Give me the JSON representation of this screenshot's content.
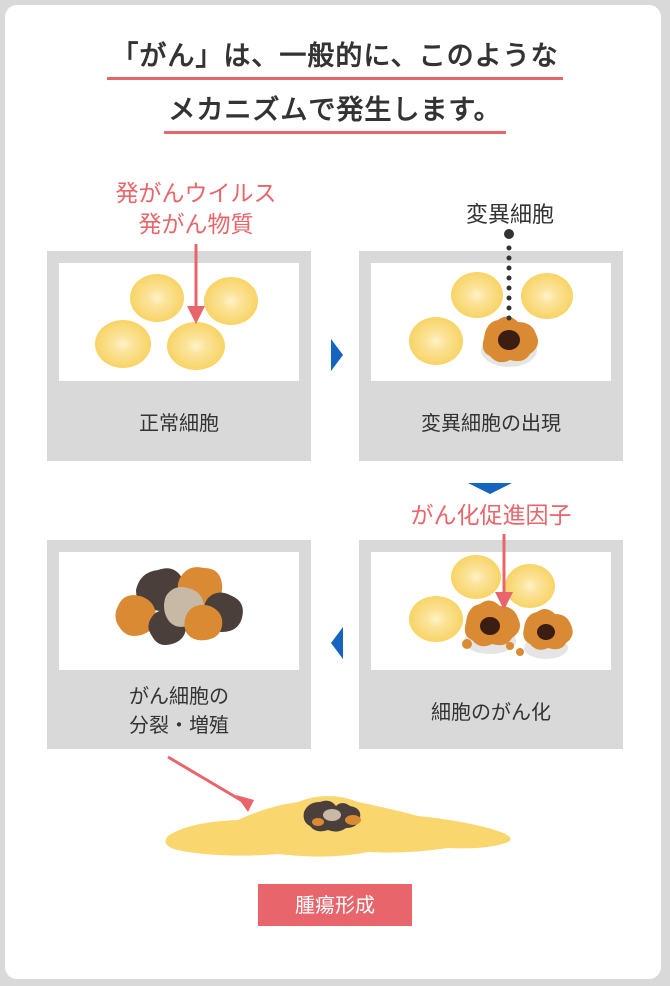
{
  "title": {
    "line1": "「がん」は、一般的に、このような",
    "line2": "メカニズムで発生します。"
  },
  "labels": {
    "carcinogen_virus": "発がんウイルス",
    "carcinogen_substance": "発がん物質",
    "mutant_cell": "変異細胞",
    "promoter": "がん化促進因子"
  },
  "panels": {
    "normal": "正常細胞",
    "mutation": "変異細胞の出現",
    "division_line1": "がん細胞の",
    "division_line2": "分裂・増殖",
    "cancerization": "細胞のがん化"
  },
  "tumor": "腫瘍形成",
  "colors": {
    "accent": "#e8666b",
    "arrow_blue": "#1565c0",
    "cell_yellow": "#f9d66e",
    "cancer_orange": "#d98a33"
  }
}
